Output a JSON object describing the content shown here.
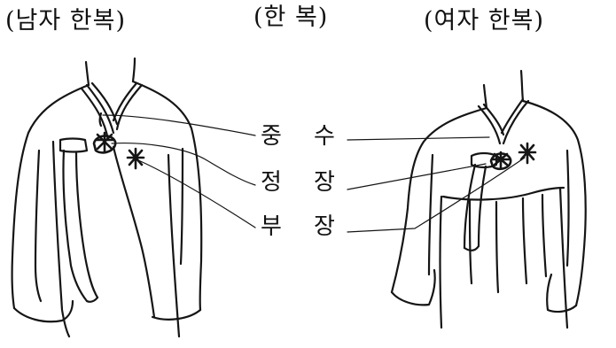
{
  "titles": {
    "left": "(남자 한복)",
    "center": "(한 복)",
    "right": "(여자 한복)"
  },
  "callouts": [
    {
      "left_char": "중",
      "right_char": "수"
    },
    {
      "left_char": "정",
      "right_char": "장"
    },
    {
      "left_char": "부",
      "right_char": "장"
    }
  ]
}
